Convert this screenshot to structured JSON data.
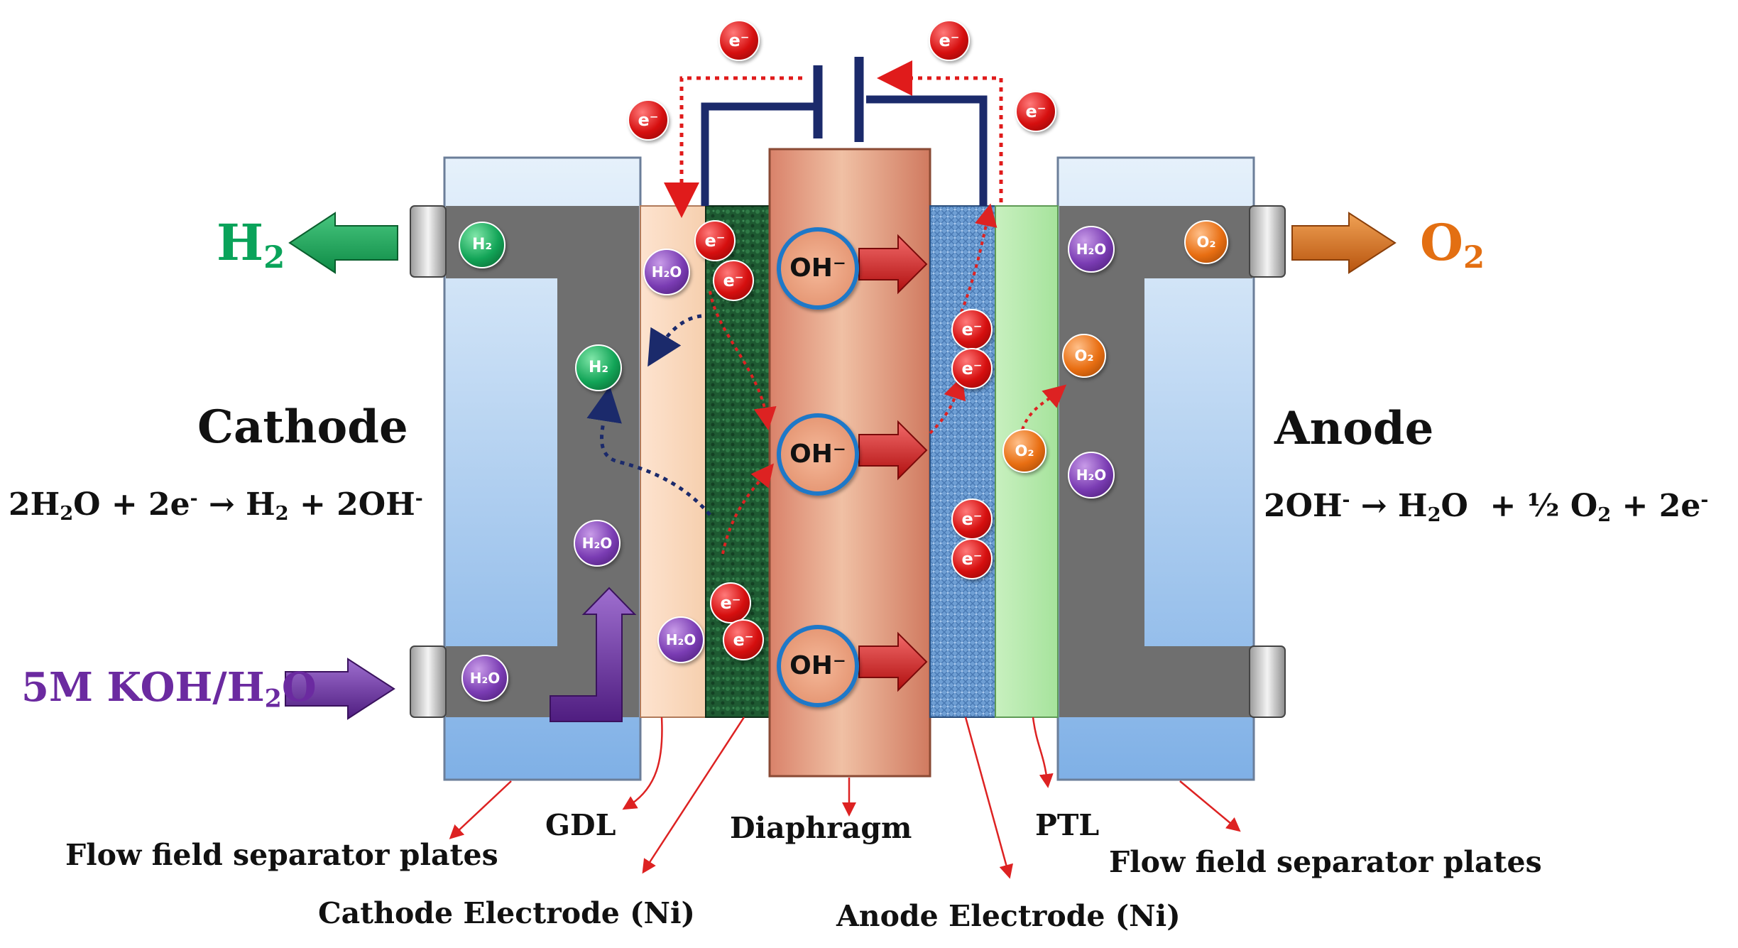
{
  "cathode": {
    "title": "Cathode",
    "reaction_html": "2H<sub class='s'>2</sub>O + 2e<sup class='p'>-</sup> → H<sub class='s'>2</sub> + 2OH<sup class='p'>-</sup>"
  },
  "anode": {
    "title": "Anode",
    "reaction_html": "2OH<sup class='p'>-</sup> → H<sub class='s'>2</sub>O &nbsp;+ ½ O<sub class='s'>2</sub> + 2e<sup class='p'>-</sup>"
  },
  "outputs": {
    "h2_html": "H<sub class='s'>2</sub>",
    "o2_html": "O<sub class='s'>2</sub>",
    "feed_html": "5M KOH/H<sub class='s'>2</sub>O"
  },
  "molecules": {
    "electron": "e⁻",
    "hydroxide": "OH⁻",
    "hydrogen": "H₂",
    "oxygen": "O₂",
    "water": "H₂O"
  },
  "labels": {
    "flow_field_left": "Flow field separator plates",
    "gdl": "GDL",
    "cathode_electrode": "Cathode Electrode (Ni)",
    "diaphragm": "Diaphragm",
    "anode_electrode": "Anode Electrode (Ni)",
    "ptl": "PTL",
    "flow_field_right": "Flow field separator plates"
  },
  "colors": {
    "h2": "#0aa35a",
    "o2": "#e36f12",
    "feed": "#6b2aa0",
    "electron": "#e01b1b",
    "hydroxide_ring": "#1e78c8",
    "wire": "#1b2a6b",
    "flow_arrow": "#c81e1e"
  }
}
